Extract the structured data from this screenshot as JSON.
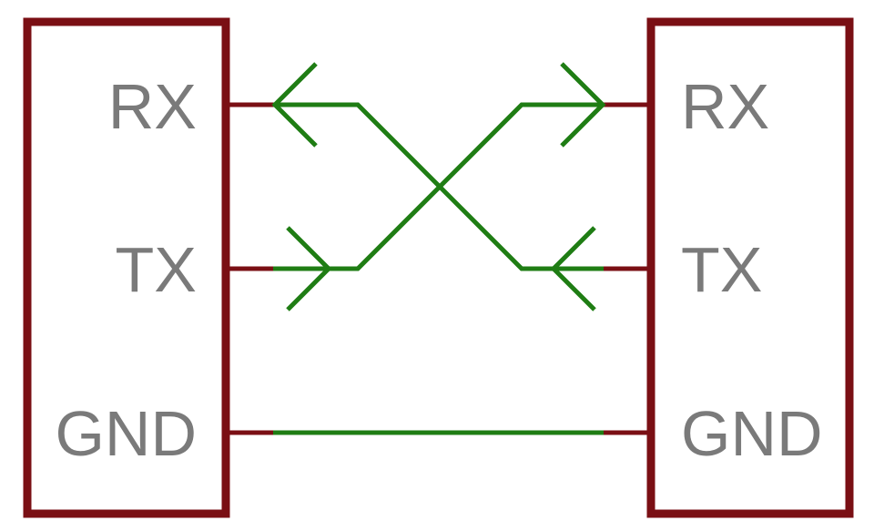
{
  "left_device": {
    "pins": {
      "rx": "RX",
      "tx": "TX",
      "gnd": "GND"
    }
  },
  "right_device": {
    "pins": {
      "rx": "RX",
      "tx": "TX",
      "gnd": "GND"
    }
  },
  "colors": {
    "device_outline": "#7a0f14",
    "pin_stub": "#7a0f14",
    "wire": "#1f7d14",
    "label_text": "#7a7a7a"
  },
  "connections": [
    {
      "from": "left_device.tx",
      "to": "right_device.rx",
      "direction": "left-to-right"
    },
    {
      "from": "right_device.tx",
      "to": "left_device.rx",
      "direction": "right-to-left"
    },
    {
      "from": "left_device.gnd",
      "to": "right_device.gnd",
      "direction": "none"
    }
  ]
}
